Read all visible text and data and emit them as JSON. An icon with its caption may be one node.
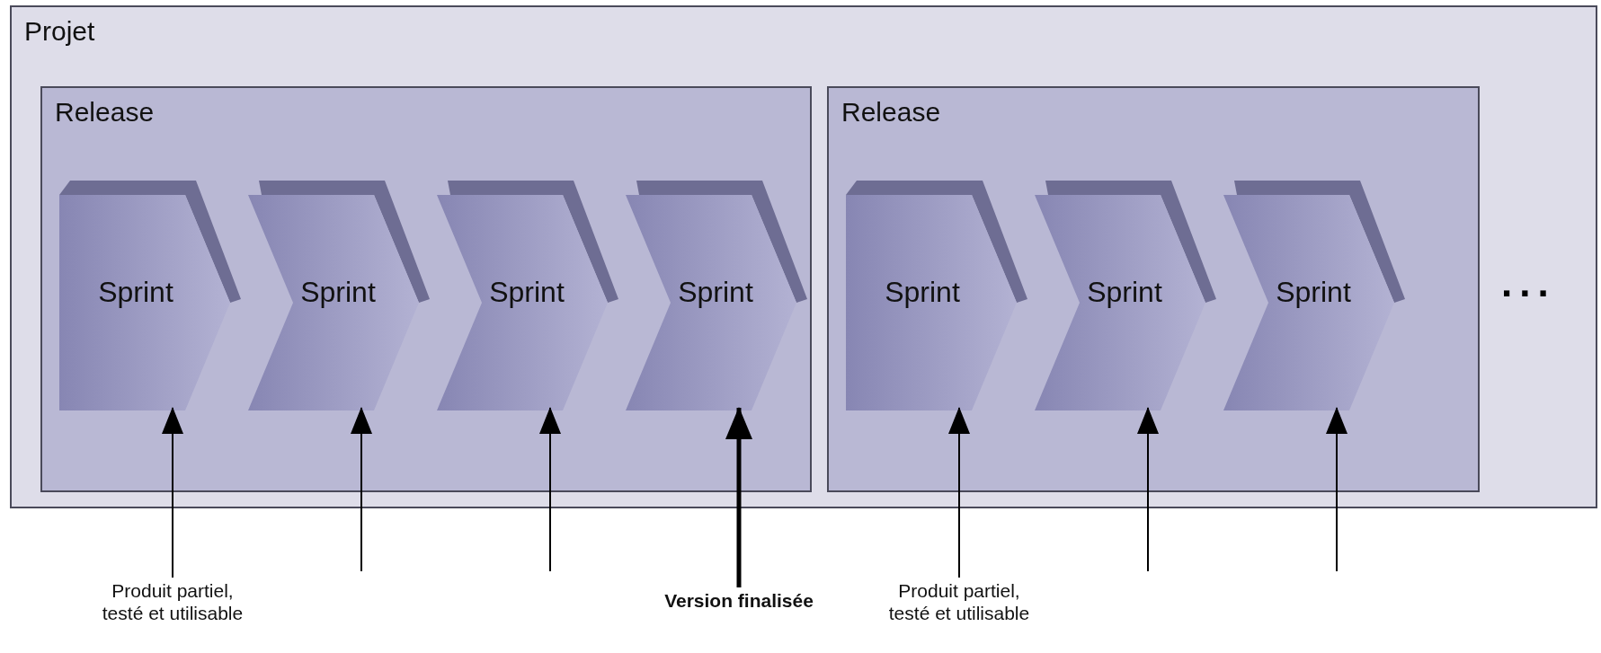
{
  "diagram": {
    "nodes": [
      {
        "text": [
          "Projet"
        ]
      },
      {
        "text": [
          "Release"
        ],
        "in": 0
      },
      {
        "text": [
          "Sprint"
        ],
        "in": 1
      },
      {
        "text": [
          "Sprint"
        ],
        "in": 1
      },
      {
        "text": [
          "Sprint"
        ],
        "in": 1
      },
      {
        "text": [
          "Sprint"
        ],
        "in": 1
      },
      {
        "text": [
          "Release"
        ],
        "in": 0
      },
      {
        "text": [
          "Sprint"
        ],
        "in": 6
      },
      {
        "text": [
          "Sprint"
        ],
        "in": 6
      },
      {
        "text": [
          "Sprint"
        ],
        "in": 6
      },
      {
        "text": [
          "Produit partiel, testé et utilisable"
        ]
      },
      {
        "text": [
          "Version finalisée"
        ]
      },
      {
        "text": [
          "Produit partiel, testé et utilisable"
        ]
      }
    ],
    "edges": [
      {
        "from": 10,
        "to": 2,
        "arrow": "to"
      },
      {
        "from": null,
        "to": 3,
        "arrow": "to"
      },
      {
        "from": null,
        "to": 4,
        "arrow": "to"
      },
      {
        "from": 11,
        "to": 5,
        "arrow": "to",
        "style": "thick"
      },
      {
        "from": 12,
        "to": 7,
        "arrow": "to"
      },
      {
        "from": null,
        "to": 8,
        "arrow": "to"
      },
      {
        "from": null,
        "to": 9,
        "arrow": "to"
      }
    ],
    "labels": [
      "..."
    ]
  }
}
